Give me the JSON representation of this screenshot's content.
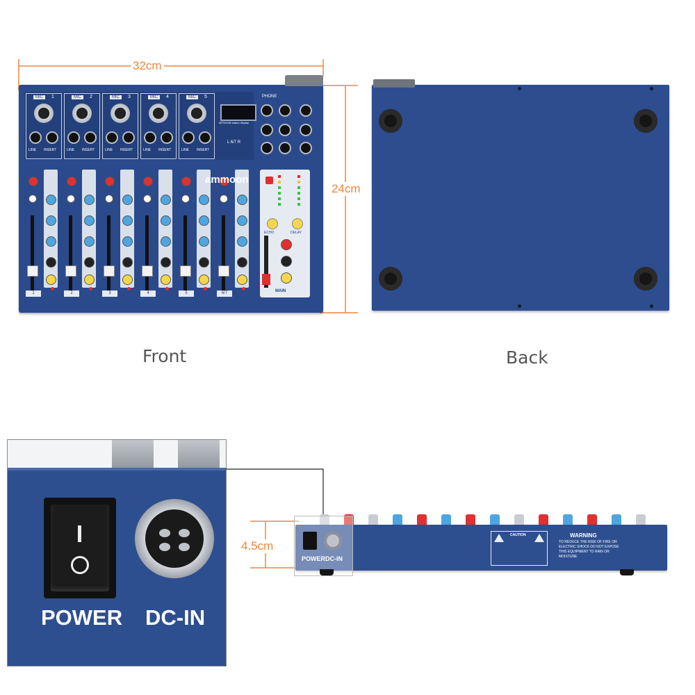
{
  "dimensions": {
    "width": "32cm",
    "depth": "24cm",
    "height": "4.5cm"
  },
  "captions": {
    "front": "Front",
    "back": "Back"
  },
  "mixer": {
    "brand": "ammoon",
    "channels": [
      "1",
      "2",
      "3",
      "4",
      "5",
      "6/7"
    ],
    "mic_label": "MIC",
    "line_label": "LINE",
    "insert_label": "INSERT",
    "phone_label": "PHONE",
    "main_label": "MAIN",
    "mp3_label": "MP3/USB status display",
    "echo_label": "ECHO",
    "delay_label": "DELAY",
    "l67r_label": "L 6/7 R"
  },
  "rear_panel": {
    "power_label": "POWER",
    "dcin_label": "DC-IN",
    "warning_title": "WARNING",
    "warning_text": "TO REDUCE THE RISK OF FIRE OR ELECTRIC SHOCK DO NOT EXPOSE THIS EQUIPMENT TO RAIN OR MOISTURE",
    "caution_title": "CAUTION"
  },
  "colors": {
    "dimension": "#f0863c",
    "mixer_blue": "#2b4a8c",
    "panel_light": "#e6ebf2"
  },
  "icons": {
    "power_switch": "rocker-switch-icon",
    "dc_connector": "xlr-connector-icon"
  }
}
